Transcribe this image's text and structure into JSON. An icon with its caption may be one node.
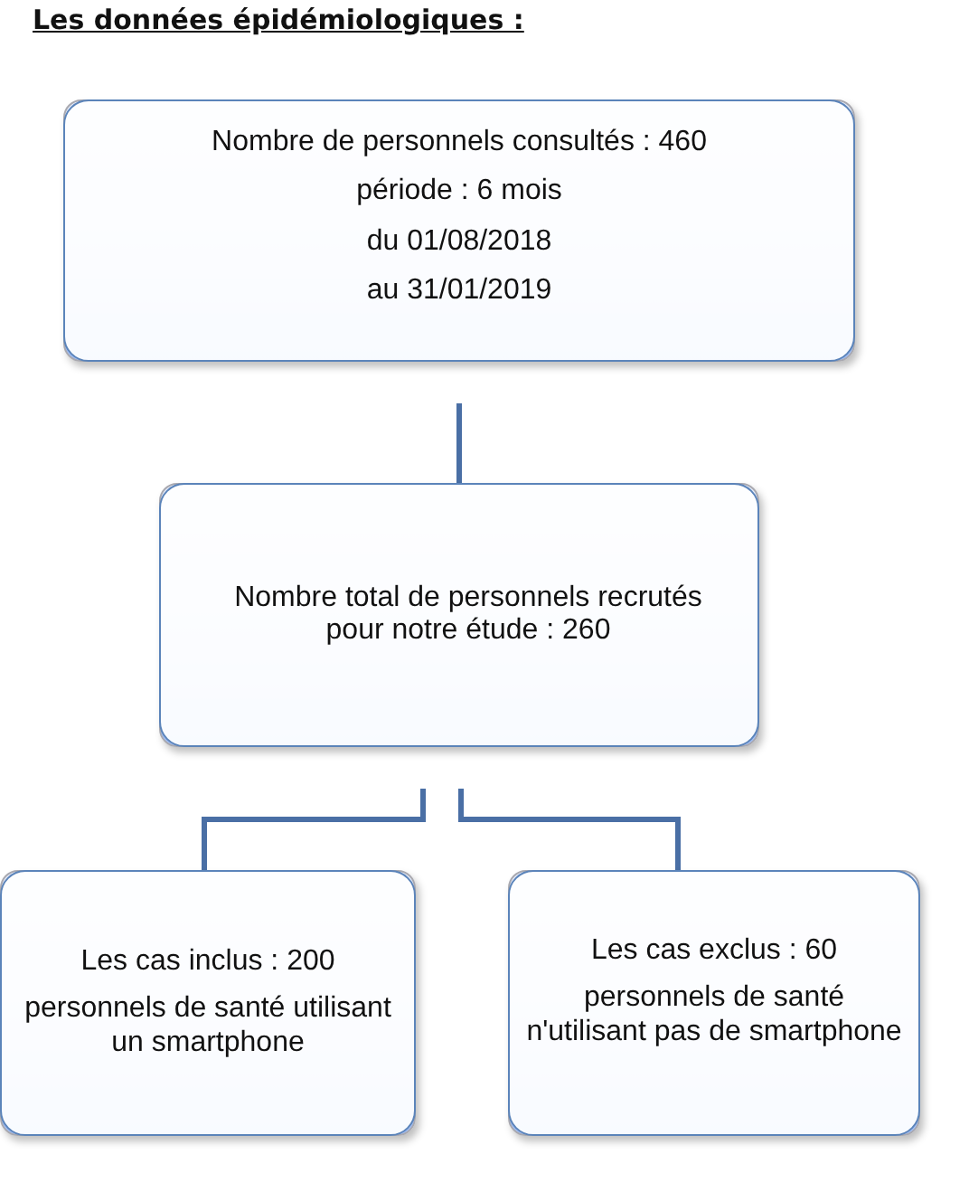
{
  "diagram": {
    "title": "Les données épidémiologiques :",
    "nodes": [
      {
        "text": [
          "Nombre de personnels consultés : 460",
          "période : 6 mois",
          "du 01/08/2018",
          "au 31/01/2019"
        ]
      },
      {
        "text": [
          "Nombre total de personnels recrutés pour notre étude : 260"
        ]
      },
      {
        "text": [
          "Les cas inclus : 200",
          "personnels de santé utilisant un smartphone"
        ]
      },
      {
        "text": [
          "Les cas exclus  : 60",
          "personnels de santé n'utilisant pas de smartphone"
        ]
      }
    ],
    "edges": [
      {
        "from": 0,
        "to": 1,
        "arrow": "none"
      },
      {
        "from": 1,
        "to": 2,
        "arrow": "none"
      },
      {
        "from": 1,
        "to": 3,
        "arrow": "none"
      }
    ]
  }
}
